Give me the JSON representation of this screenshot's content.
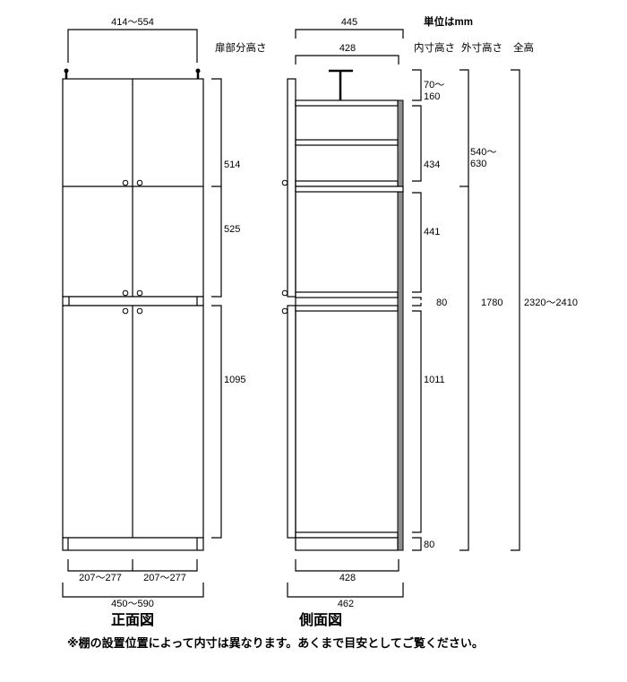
{
  "unit_note": "単位はmm",
  "front": {
    "title": "正面図",
    "top_width": "414～554",
    "door_height_header": "扉部分高さ",
    "door_heights": [
      "514",
      "525",
      "1095"
    ],
    "door_widths": [
      "207～277",
      "207～277"
    ],
    "total_width": "450～590"
  },
  "side": {
    "title": "側面図",
    "top_depth_outer": "445",
    "top_depth_inner": "428",
    "inner_header": "内寸高さ",
    "outer_header": "外寸高さ",
    "total_header": "全高",
    "inner_heights": [
      "70～",
      "160",
      "434",
      "441",
      "80",
      "1011",
      "80"
    ],
    "outer_heights": [
      "540～",
      "630",
      "1780"
    ],
    "total_height": "2320～2410",
    "bottom_depth_inner": "428",
    "bottom_depth_outer": "462"
  },
  "footnote": "※棚の設置位置によって内寸は異なります。あくまで目安としてご覧ください。",
  "colors": {
    "back_panel": "#8c8c8c",
    "line": "#000000"
  }
}
